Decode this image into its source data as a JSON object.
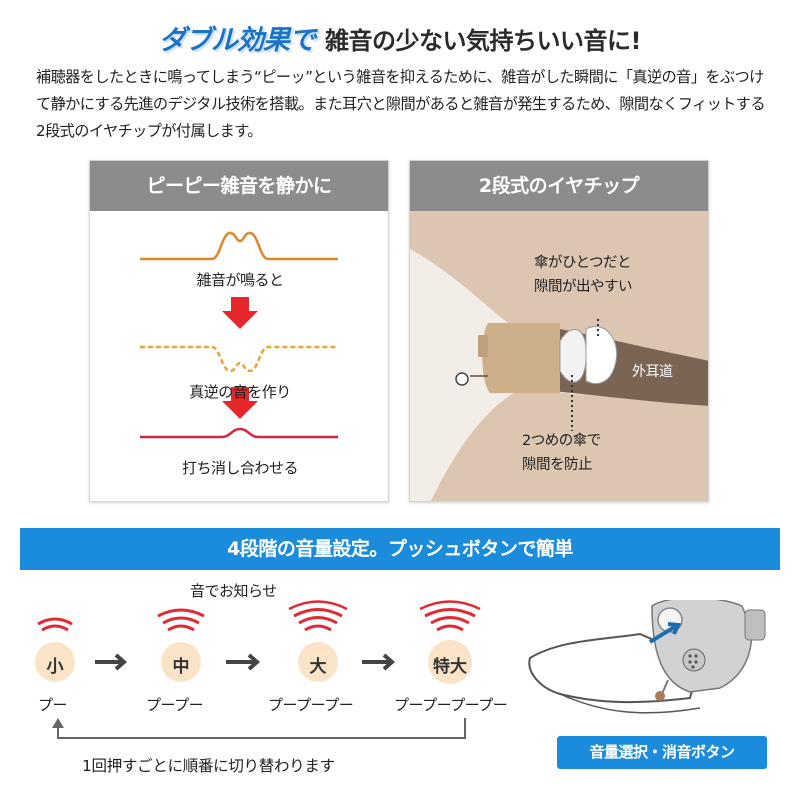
{
  "headline": {
    "accent": "ダブル効果で",
    "main": "雑音の少ない気持ちいい音に!"
  },
  "intro": "補聴器をしたときに鳴ってしまう“ピーッ”という雑音を抑えるために、雑音がした瞬間に「真逆の音」をぶつけて静かにする先進のデジタル技術を搭載。また耳穴と隙間があると雑音が発生するため、隙間なくフィットする2段式のイヤチップが付属します。",
  "panel_left": {
    "title": "ピーピー雑音を静かに",
    "step1": "雑音が鳴ると",
    "step2": "真逆の音を作り",
    "step3": "打ち消し合わせる",
    "colors": {
      "noise": "#e0852c",
      "inverse": "#e9a43a",
      "result": "#d9253a",
      "arrow": "#e5262b"
    }
  },
  "panel_right": {
    "title": "2段式のイヤチップ",
    "note_top_line1": "傘がひとつだと",
    "note_top_line2": "隙間が出やすい",
    "note_bottom_line1": "2つめの傘で",
    "note_bottom_line2": "隙間を防止",
    "canal_label": "外耳道"
  },
  "volume": {
    "band_title": "4段階の音量設定。プッシュボタンで簡単",
    "notify_label": "音でお知らせ",
    "levels": [
      {
        "label": "小",
        "sound": "プー"
      },
      {
        "label": "中",
        "sound": "プープー"
      },
      {
        "label": "大",
        "sound": "プープープー"
      },
      {
        "label": "特大",
        "sound": "プープープープー"
      }
    ],
    "cycle_note": "1回押すごとに順番に切り替わります",
    "button_caption": "音量選択・消音ボタン",
    "colors": {
      "signal": "#e02a33",
      "circle": "#fbe3c8",
      "accent": "#1b8cdc"
    }
  }
}
